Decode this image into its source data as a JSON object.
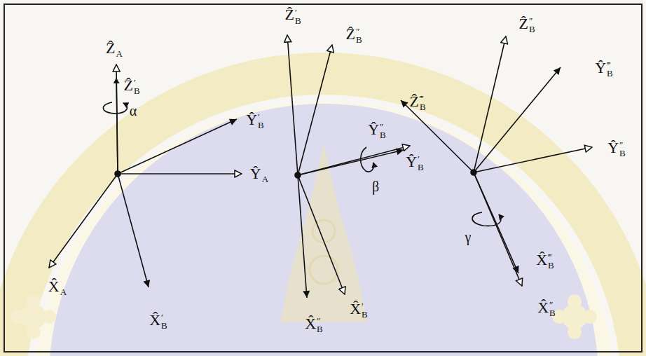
{
  "diagram": {
    "labels": [
      "ẐA",
      "Ẑ′B",
      "α",
      "Ŷ′B",
      "ŶA",
      "X̂A",
      "X̂′B",
      "Ẑ′B",
      "Ẑ″B",
      "Ŷ″B",
      "Ŷ′B",
      "β",
      "X̂″B",
      "X̂′B",
      "Ẑ″B",
      "Ẑ‴B",
      "Ŷ‴B",
      "Ŷ″B",
      "γ",
      "X̂‴B",
      "X̂″B"
    ]
  }
}
